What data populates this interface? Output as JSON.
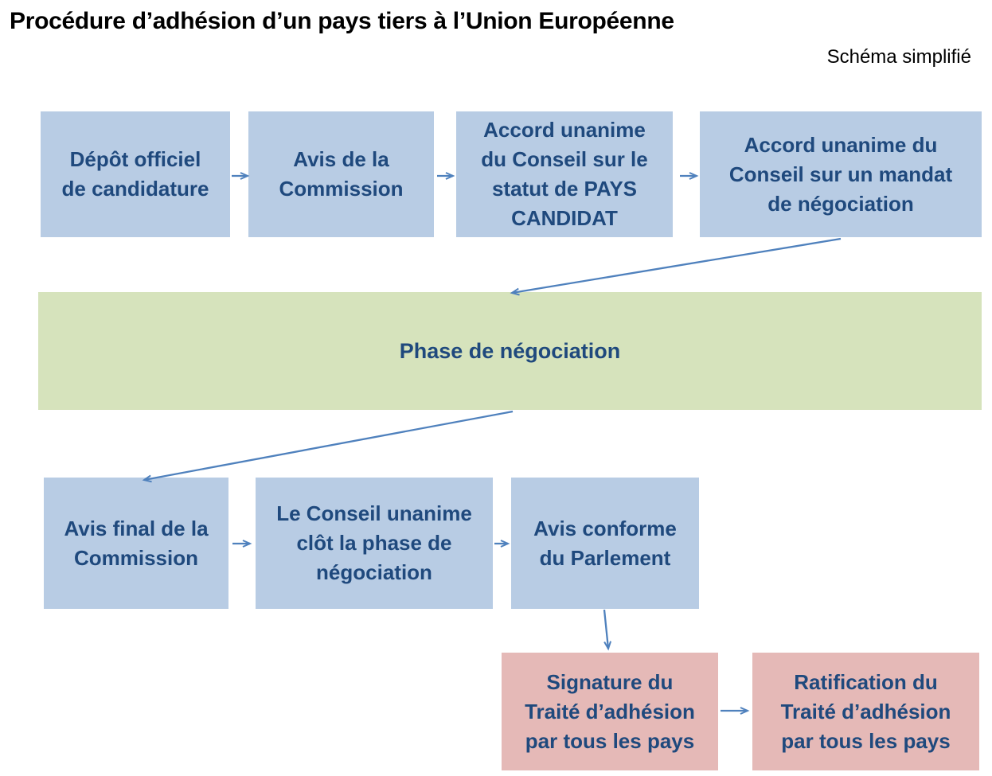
{
  "page": {
    "title": "Procédure d’adhésion d’un pays tiers à l’Union Européenne",
    "subtitle": "Schéma simplifié"
  },
  "colors": {
    "step_box_fill": "#B8CCE4",
    "phase_band_fill": "#D6E3BC",
    "treaty_box_fill": "#E5B9B7",
    "box_text": "#1F497D",
    "arrow": "#4F81BD",
    "title_text": "#000000"
  },
  "diagram": {
    "step1": "Dépôt officiel\nde candidature",
    "step2": "Avis de la\nCommission",
    "step3": "Accord unanime\ndu Conseil sur le\nstatut de PAYS\nCANDIDAT",
    "step4": "Accord unanime du\nConseil sur un mandat\nde négociation",
    "phase": "Phase de négociation",
    "step5": "Avis final de la\nCommission",
    "step6": "Le Conseil unanime\nclôt la phase de\nnégociation",
    "step7": "Avis conforme\ndu Parlement",
    "step8": "Signature du\nTraité d’adhésion\npar tous les pays",
    "step9": "Ratification du\nTraité d’adhésion\npar tous les pays",
    "edges": [
      {
        "from": "step1",
        "to": "step2"
      },
      {
        "from": "step2",
        "to": "step3"
      },
      {
        "from": "step3",
        "to": "step4"
      },
      {
        "from": "step4",
        "to": "phase"
      },
      {
        "from": "phase",
        "to": "step5"
      },
      {
        "from": "step5",
        "to": "step6"
      },
      {
        "from": "step6",
        "to": "step7"
      },
      {
        "from": "step7",
        "to": "step8"
      },
      {
        "from": "step8",
        "to": "step9"
      }
    ]
  }
}
